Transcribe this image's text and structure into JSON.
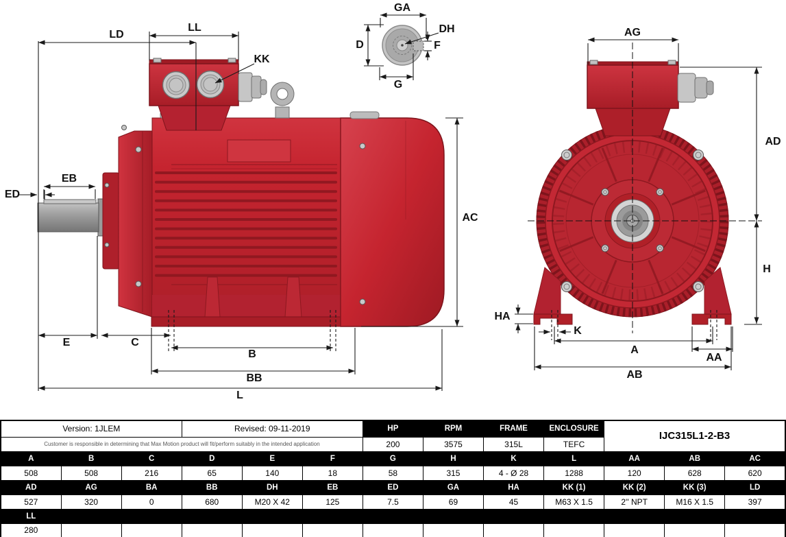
{
  "colors": {
    "motor_red": "#c5242f",
    "motor_red_dark": "#8d1820",
    "motor_red_deep": "#7e141c",
    "metal_gray": "#c6c6c6",
    "dim_line": "#1a1a1a"
  },
  "drawing": {
    "side_view": {
      "LD": "LD",
      "LL": "LL",
      "KK": "KK",
      "EB": "EB",
      "ED": "ED",
      "AC": "AC",
      "E": "E",
      "C": "C",
      "B": "B",
      "BB": "BB",
      "L": "L"
    },
    "shaft_end_view": {
      "GA": "GA",
      "D": "D",
      "DH": "DH",
      "F": "F",
      "G": "G"
    },
    "front_view": {
      "AG": "AG",
      "AD": "AD",
      "H": "H",
      "HA": "HA",
      "K": "K",
      "A": "A",
      "AA": "AA",
      "AB": "AB"
    }
  },
  "spec_table": {
    "version": "Version: 1JLEM",
    "revised": "Revised: 09-11-2019",
    "disclaimer": "Customer is responsible in determining that Max Motion product will fit/perform suitably in the intended application",
    "model": "IJC315L1-2-B3",
    "rating_headers": [
      "HP",
      "RPM",
      "FRAME",
      "ENCLOSURE"
    ],
    "rating_values": [
      "200",
      "3575",
      "315L",
      "TEFC"
    ],
    "dim_row_1": {
      "headers": [
        "A",
        "B",
        "C",
        "D",
        "E",
        "F",
        "G",
        "H",
        "K",
        "L",
        "AA",
        "AB",
        "AC"
      ],
      "values": [
        "508",
        "508",
        "216",
        "65",
        "140",
        "18",
        "58",
        "315",
        "4 - Ø 28",
        "1288",
        "120",
        "628",
        "620"
      ]
    },
    "dim_row_2": {
      "headers": [
        "AD",
        "AG",
        "BA",
        "BB",
        "DH",
        "EB",
        "ED",
        "GA",
        "HA",
        "KK (1)",
        "KK (2)",
        "KK (3)",
        "LD"
      ],
      "values": [
        "527",
        "320",
        "0",
        "680",
        "M20 X 42",
        "125",
        "7.5",
        "69",
        "45",
        "M63 X 1.5",
        "2'' NPT",
        "M16 X 1.5",
        "397"
      ]
    },
    "dim_row_3": {
      "headers": [
        "LL"
      ],
      "values": [
        "280"
      ]
    }
  }
}
